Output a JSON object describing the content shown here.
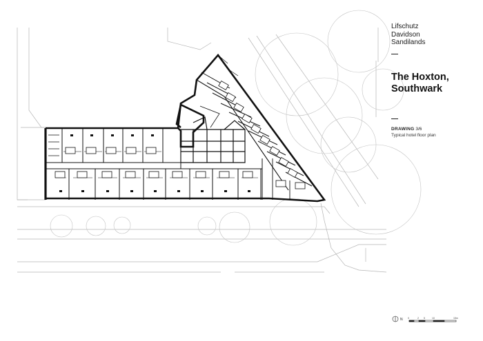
{
  "firm": {
    "line1": "Lifschutz",
    "line2": "Davidson",
    "line3": "Sandilands"
  },
  "title": {
    "line1": "The Hoxton,",
    "line2": "Southwark"
  },
  "drawing": {
    "label": "DRAWING",
    "number": "3/6",
    "description": "Typical hotel floor plan"
  },
  "north": {
    "label": "N"
  },
  "scale_bar": {
    "labels": [
      "0",
      "2",
      "5",
      "10",
      "15m"
    ]
  },
  "colors": {
    "ink": "#111111",
    "context_lines": "#b5b5b5",
    "background": "#ffffff"
  },
  "icons": {
    "north_arrow": "compass-circle-icon",
    "scale": "scale-bar-icon"
  }
}
